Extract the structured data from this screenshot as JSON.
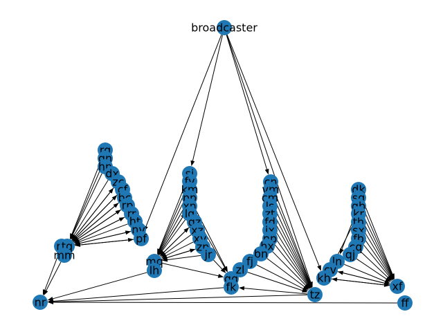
{
  "diagram": {
    "type": "directed-graph",
    "node_color": "#1f77b4",
    "edge_color": "#000000",
    "label_color": "#000000",
    "nodes": [
      {
        "id": "broadcaster"
      },
      {
        "id": "rq"
      },
      {
        "id": "qn"
      },
      {
        "id": "hn"
      },
      {
        "id": "dx"
      },
      {
        "id": "zc"
      },
      {
        "id": "cf"
      },
      {
        "id": "bc"
      },
      {
        "id": "rp"
      },
      {
        "id": "rr"
      },
      {
        "id": "ht"
      },
      {
        "id": "nv"
      },
      {
        "id": "pf"
      },
      {
        "id": "rx"
      },
      {
        "id": "tq"
      },
      {
        "id": "mm"
      },
      {
        "id": "nr"
      },
      {
        "id": "sj"
      },
      {
        "id": "fv"
      },
      {
        "id": "km"
      },
      {
        "id": "pp"
      },
      {
        "id": "xn"
      },
      {
        "id": "lq"
      },
      {
        "id": "gz"
      },
      {
        "id": "xz"
      },
      {
        "id": "xv"
      },
      {
        "id": "zp"
      },
      {
        "id": "jr"
      },
      {
        "id": "mq"
      },
      {
        "id": "lh"
      },
      {
        "id": "gq"
      },
      {
        "id": "fk"
      },
      {
        "id": "cn"
      },
      {
        "id": "vm"
      },
      {
        "id": "cm"
      },
      {
        "id": "ls"
      },
      {
        "id": "zt"
      },
      {
        "id": "fd"
      },
      {
        "id": "jx"
      },
      {
        "id": "np"
      },
      {
        "id": "hx"
      },
      {
        "id": "bn"
      },
      {
        "id": "fj"
      },
      {
        "id": "zl"
      },
      {
        "id": "tz"
      },
      {
        "id": "dk"
      },
      {
        "id": "sg"
      },
      {
        "id": "gb"
      },
      {
        "id": "kr"
      },
      {
        "id": "th"
      },
      {
        "id": "sx"
      },
      {
        "id": "fb"
      },
      {
        "id": "cq"
      },
      {
        "id": "qj"
      },
      {
        "id": "ln"
      },
      {
        "id": "cv"
      },
      {
        "id": "kh"
      },
      {
        "id": "xf"
      },
      {
        "id": "ff"
      }
    ],
    "edges": [
      [
        "broadcaster",
        "pf"
      ],
      [
        "broadcaster",
        "sj"
      ],
      [
        "broadcaster",
        "cn"
      ],
      [
        "broadcaster",
        "tz"
      ],
      [
        "broadcaster",
        "kh"
      ],
      [
        "rq",
        "tq"
      ],
      [
        "qn",
        "tq"
      ],
      [
        "hn",
        "tq"
      ],
      [
        "dx",
        "tq"
      ],
      [
        "zc",
        "tq"
      ],
      [
        "cf",
        "tq"
      ],
      [
        "bc",
        "tq"
      ],
      [
        "rp",
        "tq"
      ],
      [
        "rr",
        "tq"
      ],
      [
        "ht",
        "tq"
      ],
      [
        "nv",
        "tq"
      ],
      [
        "pf",
        "tq"
      ],
      [
        "tq",
        "zc"
      ],
      [
        "tq",
        "cf"
      ],
      [
        "tq",
        "bc"
      ],
      [
        "tq",
        "rp"
      ],
      [
        "tq",
        "rr"
      ],
      [
        "tq",
        "nv"
      ],
      [
        "tq",
        "pf"
      ],
      [
        "rx",
        "nr"
      ],
      [
        "mm",
        "nr"
      ],
      [
        "lh",
        "nr"
      ],
      [
        "fk",
        "nr"
      ],
      [
        "tz",
        "nr"
      ],
      [
        "ff",
        "nr"
      ],
      [
        "sj",
        "mq"
      ],
      [
        "fv",
        "mq"
      ],
      [
        "km",
        "mq"
      ],
      [
        "pp",
        "mq"
      ],
      [
        "xn",
        "mq"
      ],
      [
        "lq",
        "mq"
      ],
      [
        "gz",
        "mq"
      ],
      [
        "xz",
        "mq"
      ],
      [
        "xv",
        "mq"
      ],
      [
        "zp",
        "mq"
      ],
      [
        "jr",
        "mq"
      ],
      [
        "mq",
        "xn"
      ],
      [
        "mq",
        "gz"
      ],
      [
        "mq",
        "zp"
      ],
      [
        "mq",
        "gq"
      ],
      [
        "pp",
        "gq"
      ],
      [
        "xn",
        "gq"
      ],
      [
        "jr",
        "gq"
      ],
      [
        "cn",
        "tz"
      ],
      [
        "vm",
        "tz"
      ],
      [
        "cm",
        "tz"
      ],
      [
        "ls",
        "tz"
      ],
      [
        "zt",
        "tz"
      ],
      [
        "fd",
        "tz"
      ],
      [
        "jx",
        "tz"
      ],
      [
        "np",
        "tz"
      ],
      [
        "hx",
        "tz"
      ],
      [
        "bn",
        "tz"
      ],
      [
        "fj",
        "tz"
      ],
      [
        "zl",
        "tz"
      ],
      [
        "zl",
        "gq"
      ],
      [
        "tz",
        "fk"
      ],
      [
        "dk",
        "xf"
      ],
      [
        "sg",
        "xf"
      ],
      [
        "gb",
        "xf"
      ],
      [
        "kr",
        "xf"
      ],
      [
        "th",
        "xf"
      ],
      [
        "sx",
        "xf"
      ],
      [
        "fb",
        "xf"
      ],
      [
        "cq",
        "xf"
      ],
      [
        "qj",
        "xf"
      ],
      [
        "ln",
        "xf"
      ],
      [
        "cv",
        "xf"
      ],
      [
        "kh",
        "xf"
      ],
      [
        "gb",
        "ln"
      ],
      [
        "kr",
        "cv"
      ],
      [
        "xf",
        "kh"
      ],
      [
        "xf",
        "cv"
      ]
    ]
  }
}
